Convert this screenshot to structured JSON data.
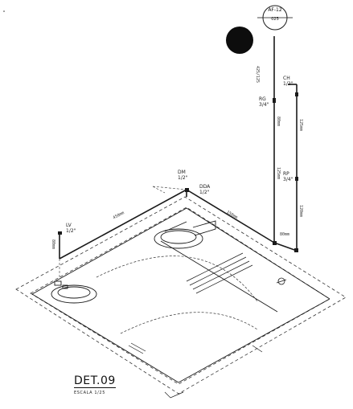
{
  "detail": {
    "title": "DET.09",
    "scale": "ESCALA 1/25"
  },
  "riser_badge": {
    "code": "AF-12",
    "number": "025"
  },
  "labels": {
    "rg": "RG",
    "rg_size": "3/4\"",
    "ch": "CH",
    "ch_size": "1/2\"",
    "rp": "RP",
    "rp_size": "3/4\"",
    "lv": "LV",
    "lv_size": "1/2\"",
    "dm": "DM",
    "dm_size": "1/2\"",
    "dda": "DDA",
    "dda_size": "1/2\""
  },
  "dimensions": {
    "riser_upper": "425/125",
    "riser_mid": "80mm",
    "riser_lower": "125mm",
    "right_upper": "125mm",
    "right_lower": "120mm",
    "horizontal_main": "450mm",
    "horizontal_right": "150mm",
    "lv_drop": "80mm",
    "bottom_riser": "80mm"
  },
  "colors": {
    "line": "#1a1a1a",
    "dashed": "#333333",
    "marker": "#0d0d0d"
  }
}
